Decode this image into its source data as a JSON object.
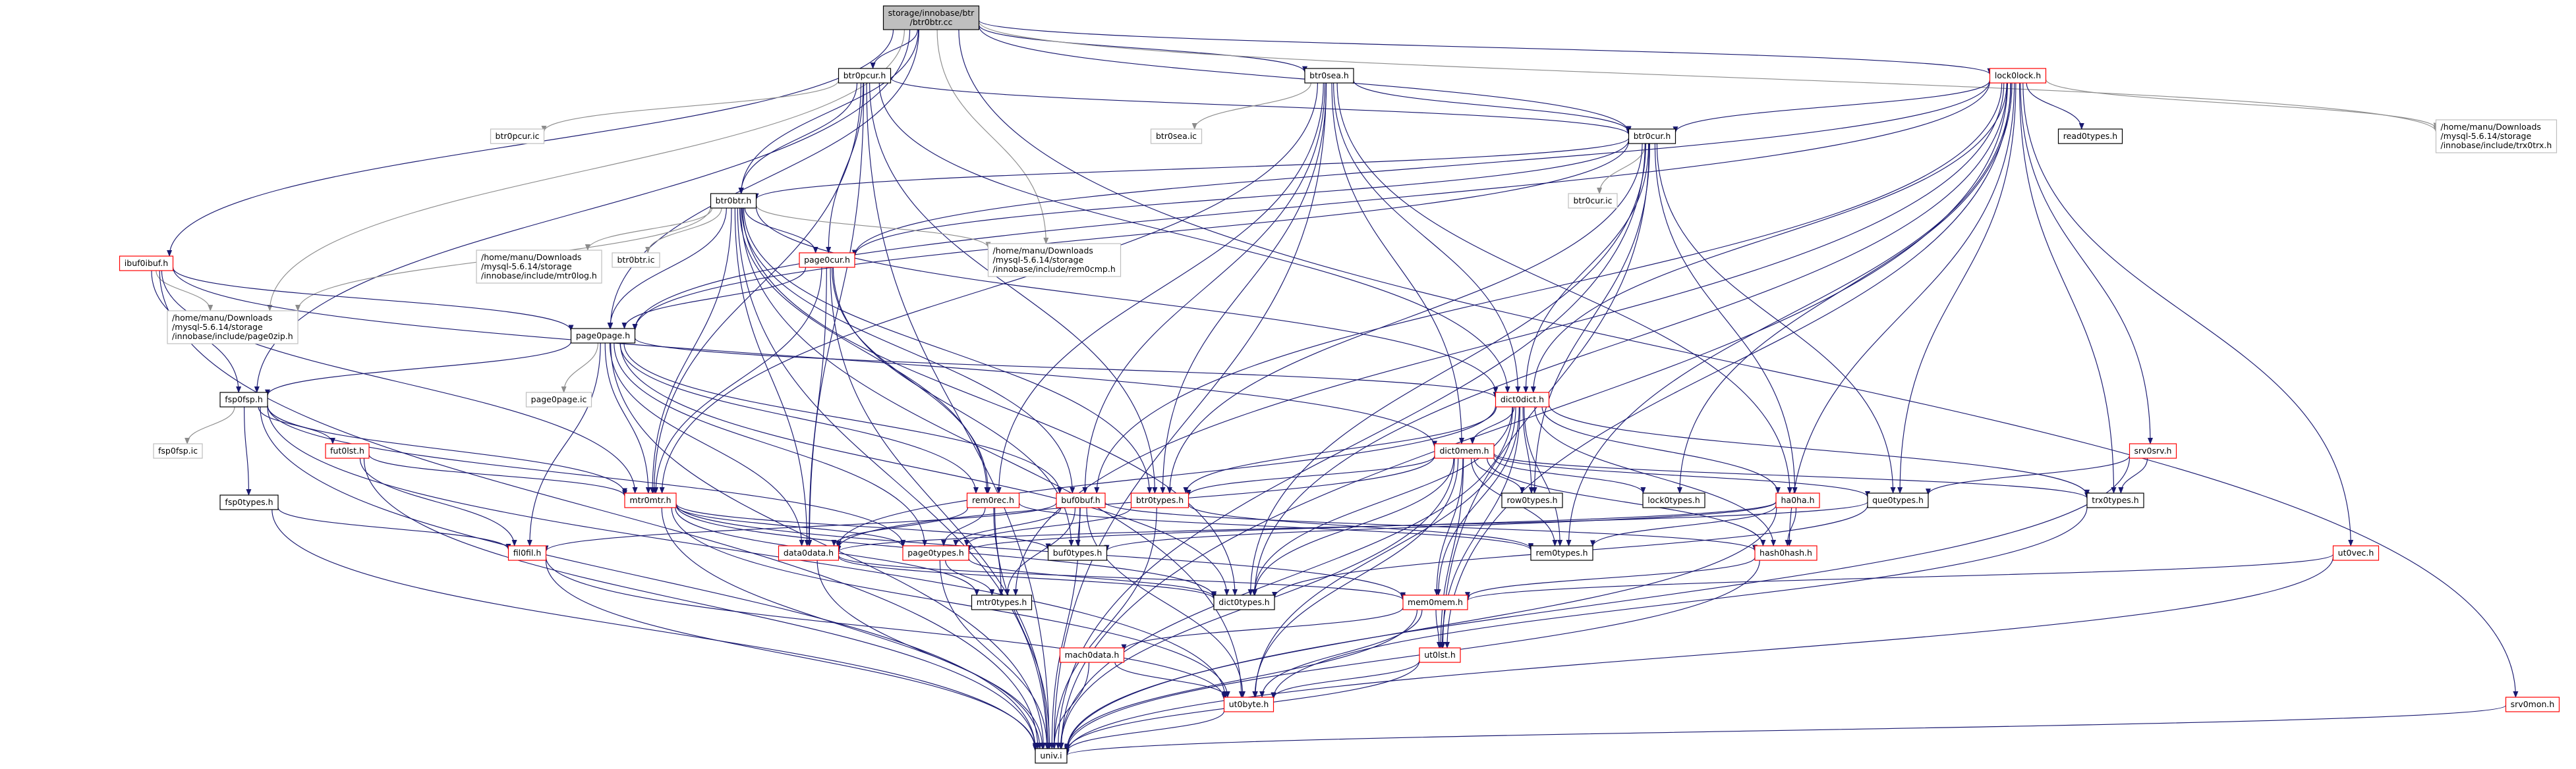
{
  "diagram": {
    "title": "Include dependency graph",
    "colors": {
      "root_fill": "#bfbfbf",
      "root_stroke": "#000000",
      "documented_stroke": "#000000",
      "has_children_stroke": "#ff0000",
      "external_stroke": "#bfbfbf",
      "edge": "#191970",
      "edge_gray": "#8c8c8c"
    },
    "nodes": [
      {
        "id": "root",
        "label": "storage/innobase/btr\n/btr0btr.cc",
        "kind": "root"
      },
      {
        "id": "btr0pcur_h",
        "label": "btr0pcur.h",
        "kind": "doc"
      },
      {
        "id": "btr0sea_h",
        "label": "btr0sea.h",
        "kind": "doc"
      },
      {
        "id": "lock0lock_h",
        "label": "lock0lock.h",
        "kind": "red"
      },
      {
        "id": "btr0cur_h",
        "label": "btr0cur.h",
        "kind": "doc"
      },
      {
        "id": "btr0btr_h",
        "label": "btr0btr.h",
        "kind": "doc"
      },
      {
        "id": "btr0pcur_ic",
        "label": "btr0pcur.ic",
        "kind": "ext"
      },
      {
        "id": "btr0sea_ic",
        "label": "btr0sea.ic",
        "kind": "ext"
      },
      {
        "id": "btr0cur_ic",
        "label": "btr0cur.ic",
        "kind": "ext"
      },
      {
        "id": "btr0btr_ic",
        "label": "btr0btr.ic",
        "kind": "ext"
      },
      {
        "id": "read0types_h",
        "label": "read0types.h",
        "kind": "doc"
      },
      {
        "id": "trx0trx_ext",
        "label": "/home/manu/Downloads\n/mysql-5.6.14/storage\n/innobase/include/trx0trx.h",
        "kind": "ext"
      },
      {
        "id": "mtr0log_ext",
        "label": "/home/manu/Downloads\n/mysql-5.6.14/storage\n/innobase/include/mtr0log.h",
        "kind": "ext"
      },
      {
        "id": "rem0cmp_ext",
        "label": "/home/manu/Downloads\n/mysql-5.6.14/storage\n/innobase/include/rem0cmp.h",
        "kind": "ext"
      },
      {
        "id": "page0zip_ext",
        "label": "/home/manu/Downloads\n/mysql-5.6.14/storage\n/innobase/include/page0zip.h",
        "kind": "ext"
      },
      {
        "id": "ibuf0ibuf_h",
        "label": "ibuf0ibuf.h",
        "kind": "red"
      },
      {
        "id": "page0cur_h",
        "label": "page0cur.h",
        "kind": "red"
      },
      {
        "id": "page0page_h",
        "label": "page0page.h",
        "kind": "doc"
      },
      {
        "id": "page0page_ic",
        "label": "page0page.ic",
        "kind": "ext"
      },
      {
        "id": "fsp0fsp_h",
        "label": "fsp0fsp.h",
        "kind": "doc"
      },
      {
        "id": "fsp0fsp_ic",
        "label": "fsp0fsp.ic",
        "kind": "ext"
      },
      {
        "id": "fsp0types_h",
        "label": "fsp0types.h",
        "kind": "doc"
      },
      {
        "id": "fut0lst_h",
        "label": "fut0lst.h",
        "kind": "red"
      },
      {
        "id": "dict0dict_h",
        "label": "dict0dict.h",
        "kind": "red"
      },
      {
        "id": "dict0mem_h",
        "label": "dict0mem.h",
        "kind": "red"
      },
      {
        "id": "mtr0mtr_h",
        "label": "mtr0mtr.h",
        "kind": "red"
      },
      {
        "id": "rem0rec_h",
        "label": "rem0rec.h",
        "kind": "red"
      },
      {
        "id": "buf0buf_h",
        "label": "buf0buf.h",
        "kind": "red"
      },
      {
        "id": "btr0types_h",
        "label": "btr0types.h",
        "kind": "red"
      },
      {
        "id": "row0types_h",
        "label": "row0types.h",
        "kind": "doc"
      },
      {
        "id": "lock0types_h",
        "label": "lock0types.h",
        "kind": "doc"
      },
      {
        "id": "que0types_h",
        "label": "que0types.h",
        "kind": "doc"
      },
      {
        "id": "ha0ha_h",
        "label": "ha0ha.h",
        "kind": "red"
      },
      {
        "id": "srv0srv_h",
        "label": "srv0srv.h",
        "kind": "red"
      },
      {
        "id": "trx0types_h",
        "label": "trx0types.h",
        "kind": "doc"
      },
      {
        "id": "ut0vec_h",
        "label": "ut0vec.h",
        "kind": "red"
      },
      {
        "id": "fil0fil_h",
        "label": "fil0fil.h",
        "kind": "red"
      },
      {
        "id": "data0data_h",
        "label": "data0data.h",
        "kind": "red"
      },
      {
        "id": "page0types_h",
        "label": "page0types.h",
        "kind": "red"
      },
      {
        "id": "buf0types_h",
        "label": "buf0types.h",
        "kind": "doc"
      },
      {
        "id": "rem0types_h",
        "label": "rem0types.h",
        "kind": "doc"
      },
      {
        "id": "hash0hash_h",
        "label": "hash0hash.h",
        "kind": "red"
      },
      {
        "id": "mtr0types_h",
        "label": "mtr0types.h",
        "kind": "doc"
      },
      {
        "id": "dict0types_h",
        "label": "dict0types.h",
        "kind": "doc"
      },
      {
        "id": "mem0mem_h",
        "label": "mem0mem.h",
        "kind": "red"
      },
      {
        "id": "mach0data_h",
        "label": "mach0data.h",
        "kind": "red"
      },
      {
        "id": "ut0lst_h",
        "label": "ut0lst.h",
        "kind": "red"
      },
      {
        "id": "ut0byte_h",
        "label": "ut0byte.h",
        "kind": "red"
      },
      {
        "id": "univ_i",
        "label": "univ.i",
        "kind": "doc"
      },
      {
        "id": "srv0mon_h",
        "label": "srv0mon.h",
        "kind": "red"
      }
    ],
    "edges": [
      [
        "root",
        "btr0pcur_h"
      ],
      [
        "root",
        "btr0sea_h"
      ],
      [
        "root",
        "lock0lock_h"
      ],
      [
        "root",
        "btr0cur_h"
      ],
      [
        "root",
        "btr0btr_h"
      ],
      [
        "root",
        "ibuf0ibuf_h"
      ],
      [
        "root",
        "page0page_h"
      ],
      [
        "root",
        "fsp0fsp_h"
      ],
      [
        "root",
        "page0zip_ext"
      ],
      [
        "root",
        "rem0cmp_ext"
      ],
      [
        "root",
        "trx0trx_ext"
      ],
      [
        "root",
        "srv0mon_h"
      ],
      [
        "btr0pcur_h",
        "btr0pcur_ic"
      ],
      [
        "btr0pcur_h",
        "btr0cur_h"
      ],
      [
        "btr0pcur_h",
        "btr0btr_h"
      ],
      [
        "btr0pcur_h",
        "page0cur_h"
      ],
      [
        "btr0pcur_h",
        "dict0dict_h"
      ],
      [
        "btr0pcur_h",
        "mtr0mtr_h"
      ],
      [
        "btr0pcur_h",
        "btr0types_h"
      ],
      [
        "btr0pcur_h",
        "data0data_h"
      ],
      [
        "btr0pcur_h",
        "univ_i"
      ],
      [
        "btr0sea_h",
        "btr0sea_ic"
      ],
      [
        "btr0sea_h",
        "btr0cur_h"
      ],
      [
        "btr0sea_h",
        "btr0types_h"
      ],
      [
        "btr0sea_h",
        "dict0dict_h"
      ],
      [
        "btr0sea_h",
        "dict0mem_h"
      ],
      [
        "btr0sea_h",
        "ha0ha_h"
      ],
      [
        "btr0sea_h",
        "rem0rec_h"
      ],
      [
        "btr0sea_h",
        "mtr0mtr_h"
      ],
      [
        "btr0sea_h",
        "buf0buf_h"
      ],
      [
        "btr0sea_h",
        "univ_i"
      ],
      [
        "lock0lock_h",
        "read0types_h"
      ],
      [
        "lock0lock_h",
        "trx0trx_ext"
      ],
      [
        "lock0lock_h",
        "btr0cur_h"
      ],
      [
        "lock0lock_h",
        "dict0dict_h"
      ],
      [
        "lock0lock_h",
        "lock0types_h"
      ],
      [
        "lock0lock_h",
        "que0types_h"
      ],
      [
        "lock0lock_h",
        "srv0srv_h"
      ],
      [
        "lock0lock_h",
        "trx0types_h"
      ],
      [
        "lock0lock_h",
        "ut0vec_h"
      ],
      [
        "lock0lock_h",
        "page0page_h"
      ],
      [
        "lock0lock_h",
        "page0cur_h"
      ],
      [
        "lock0lock_h",
        "hash0hash_h"
      ],
      [
        "lock0lock_h",
        "rem0types_h"
      ],
      [
        "lock0lock_h",
        "mtr0types_h"
      ],
      [
        "lock0lock_h",
        "univ_i"
      ],
      [
        "lock0lock_h",
        "buf0buf_h"
      ],
      [
        "lock0lock_h",
        "ut0lst_h"
      ],
      [
        "lock0lock_h",
        "dict0types_h"
      ],
      [
        "btr0cur_h",
        "btr0cur_ic"
      ],
      [
        "btr0cur_h",
        "btr0btr_h"
      ],
      [
        "btr0cur_h",
        "dict0dict_h"
      ],
      [
        "btr0cur_h",
        "page0cur_h"
      ],
      [
        "btr0cur_h",
        "btr0types_h"
      ],
      [
        "btr0cur_h",
        "que0types_h"
      ],
      [
        "btr0cur_h",
        "row0types_h"
      ],
      [
        "btr0cur_h",
        "ha0ha_h"
      ],
      [
        "btr0cur_h",
        "dict0types_h"
      ],
      [
        "btr0cur_h",
        "univ_i"
      ],
      [
        "btr0cur_h",
        "ut0lst_h"
      ],
      [
        "btr0cur_h",
        "page0page_h"
      ],
      [
        "btr0btr_h",
        "btr0btr_ic"
      ],
      [
        "btr0btr_h",
        "mtr0log_ext"
      ],
      [
        "btr0btr_h",
        "rem0cmp_ext"
      ],
      [
        "btr0btr_h",
        "page0zip_ext"
      ],
      [
        "btr0btr_h",
        "page0cur_h"
      ],
      [
        "btr0btr_h",
        "page0page_h"
      ],
      [
        "btr0btr_h",
        "dict0dict_h"
      ],
      [
        "btr0btr_h",
        "mtr0mtr_h"
      ],
      [
        "btr0btr_h",
        "btr0types_h"
      ],
      [
        "btr0btr_h",
        "data0data_h"
      ],
      [
        "btr0btr_h",
        "rem0rec_h"
      ],
      [
        "btr0btr_h",
        "buf0buf_h"
      ],
      [
        "btr0btr_h",
        "univ_i"
      ],
      [
        "btr0btr_h",
        "dict0types_h"
      ],
      [
        "btr0btr_h",
        "ut0byte_h"
      ],
      [
        "ibuf0ibuf_h",
        "page0zip_ext"
      ],
      [
        "ibuf0ibuf_h",
        "page0page_h"
      ],
      [
        "ibuf0ibuf_h",
        "fsp0fsp_h"
      ],
      [
        "ibuf0ibuf_h",
        "mtr0mtr_h"
      ],
      [
        "ibuf0ibuf_h",
        "dict0mem_h"
      ],
      [
        "ibuf0ibuf_h",
        "univ_i"
      ],
      [
        "page0cur_h",
        "page0page_h"
      ],
      [
        "page0cur_h",
        "rem0rec_h"
      ],
      [
        "page0cur_h",
        "data0data_h"
      ],
      [
        "page0cur_h",
        "mtr0mtr_h"
      ],
      [
        "page0cur_h",
        "buf0types_h"
      ],
      [
        "page0cur_h",
        "univ_i"
      ],
      [
        "page0page_h",
        "page0page_ic"
      ],
      [
        "page0page_h",
        "fsp0fsp_h"
      ],
      [
        "page0page_h",
        "dict0dict_h"
      ],
      [
        "page0page_h",
        "mtr0mtr_h"
      ],
      [
        "page0page_h",
        "buf0buf_h"
      ],
      [
        "page0page_h",
        "rem0rec_h"
      ],
      [
        "page0page_h",
        "fil0fil_h"
      ],
      [
        "page0page_h",
        "data0data_h"
      ],
      [
        "page0page_h",
        "page0types_h"
      ],
      [
        "page0page_h",
        "univ_i"
      ],
      [
        "page0page_h",
        "dict0types_h"
      ],
      [
        "fsp0fsp_h",
        "fsp0fsp_ic"
      ],
      [
        "fsp0fsp_h",
        "fsp0types_h"
      ],
      [
        "fsp0fsp_h",
        "fut0lst_h"
      ],
      [
        "fsp0fsp_h",
        "mtr0mtr_h"
      ],
      [
        "fsp0fsp_h",
        "page0types_h"
      ],
      [
        "fsp0fsp_h",
        "univ_i"
      ],
      [
        "fsp0fsp_h",
        "ut0byte_h"
      ],
      [
        "fsp0types_h",
        "fil0fil_h"
      ],
      [
        "fsp0types_h",
        "univ_i"
      ],
      [
        "fut0lst_h",
        "fil0fil_h"
      ],
      [
        "fut0lst_h",
        "mtr0mtr_h"
      ],
      [
        "fut0lst_h",
        "univ_i"
      ],
      [
        "dict0dict_h",
        "dict0mem_h"
      ],
      [
        "dict0dict_h",
        "data0data_h"
      ],
      [
        "dict0dict_h",
        "rem0types_h"
      ],
      [
        "dict0dict_h",
        "row0types_h"
      ],
      [
        "dict0dict_h",
        "btr0types_h"
      ],
      [
        "dict0dict_h",
        "hash0hash_h"
      ],
      [
        "dict0dict_h",
        "ha0ha_h"
      ],
      [
        "dict0dict_h",
        "trx0types_h"
      ],
      [
        "dict0dict_h",
        "mem0mem_h"
      ],
      [
        "dict0dict_h",
        "ut0byte_h"
      ],
      [
        "dict0dict_h",
        "univ_i"
      ],
      [
        "dict0dict_h",
        "dict0types_h"
      ],
      [
        "dict0dict_h",
        "ut0lst_h"
      ],
      [
        "dict0mem_h",
        "dict0types_h"
      ],
      [
        "dict0mem_h",
        "data0data_h"
      ],
      [
        "dict0mem_h",
        "mem0mem_h"
      ],
      [
        "dict0mem_h",
        "rem0types_h"
      ],
      [
        "dict0mem_h",
        "btr0types_h"
      ],
      [
        "dict0mem_h",
        "lock0types_h"
      ],
      [
        "dict0mem_h",
        "que0types_h"
      ],
      [
        "dict0mem_h",
        "row0types_h"
      ],
      [
        "dict0mem_h",
        "trx0types_h"
      ],
      [
        "dict0mem_h",
        "hash0hash_h"
      ],
      [
        "dict0mem_h",
        "ut0lst_h"
      ],
      [
        "dict0mem_h",
        "ut0byte_h"
      ],
      [
        "dict0mem_h",
        "univ_i"
      ],
      [
        "mtr0mtr_h",
        "mem0mem_h"
      ],
      [
        "mtr0mtr_h",
        "dict0types_h"
      ],
      [
        "mtr0mtr_h",
        "mtr0types_h"
      ],
      [
        "mtr0mtr_h",
        "page0types_h"
      ],
      [
        "mtr0mtr_h",
        "buf0types_h"
      ],
      [
        "mtr0mtr_h",
        "ut0byte_h"
      ],
      [
        "mtr0mtr_h",
        "univ_i"
      ],
      [
        "rem0rec_h",
        "data0data_h"
      ],
      [
        "rem0rec_h",
        "rem0types_h"
      ],
      [
        "rem0rec_h",
        "mtr0types_h"
      ],
      [
        "rem0rec_h",
        "page0types_h"
      ],
      [
        "rem0rec_h",
        "univ_i"
      ],
      [
        "buf0buf_h",
        "fil0fil_h"
      ],
      [
        "buf0buf_h",
        "mtr0types_h"
      ],
      [
        "buf0buf_h",
        "buf0types_h"
      ],
      [
        "buf0buf_h",
        "hash0hash_h"
      ],
      [
        "buf0buf_h",
        "ut0byte_h"
      ],
      [
        "buf0buf_h",
        "page0types_h"
      ],
      [
        "buf0buf_h",
        "univ_i"
      ],
      [
        "btr0types_h",
        "page0types_h"
      ],
      [
        "btr0types_h",
        "rem0types_h"
      ],
      [
        "btr0types_h",
        "univ_i"
      ],
      [
        "que0types_h",
        "data0data_h"
      ],
      [
        "que0types_h",
        "dict0types_h"
      ],
      [
        "ha0ha_h",
        "hash0hash_h"
      ],
      [
        "ha0ha_h",
        "page0types_h"
      ],
      [
        "ha0ha_h",
        "buf0types_h"
      ],
      [
        "ha0ha_h",
        "rem0types_h"
      ],
      [
        "ha0ha_h",
        "univ_i"
      ],
      [
        "srv0srv_h",
        "que0types_h"
      ],
      [
        "srv0srv_h",
        "trx0types_h"
      ],
      [
        "srv0srv_h",
        "univ_i"
      ],
      [
        "trx0types_h",
        "ut0byte_h"
      ],
      [
        "ut0vec_h",
        "mem0mem_h"
      ],
      [
        "ut0vec_h",
        "univ_i"
      ],
      [
        "fil0fil_h",
        "univ_i"
      ],
      [
        "fil0fil_h",
        "ut0byte_h"
      ],
      [
        "data0data_h",
        "univ_i"
      ],
      [
        "data0data_h",
        "mem0mem_h"
      ],
      [
        "data0data_h",
        "dict0types_h"
      ],
      [
        "page0types_h",
        "univ_i"
      ],
      [
        "page0types_h",
        "dict0types_h"
      ],
      [
        "page0types_h",
        "mtr0types_h"
      ],
      [
        "hash0hash_h",
        "mem0mem_h"
      ],
      [
        "hash0hash_h",
        "univ_i"
      ],
      [
        "mem0mem_h",
        "mach0data_h"
      ],
      [
        "mem0mem_h",
        "ut0lst_h"
      ],
      [
        "mem0mem_h",
        "ut0byte_h"
      ],
      [
        "mem0mem_h",
        "univ_i"
      ],
      [
        "mach0data_h",
        "ut0byte_h"
      ],
      [
        "mach0data_h",
        "univ_i"
      ],
      [
        "ut0lst_h",
        "ut0byte_h"
      ],
      [
        "ut0lst_h",
        "univ_i"
      ],
      [
        "ut0byte_h",
        "univ_i"
      ],
      [
        "srv0mon_h",
        "univ_i"
      ]
    ]
  }
}
